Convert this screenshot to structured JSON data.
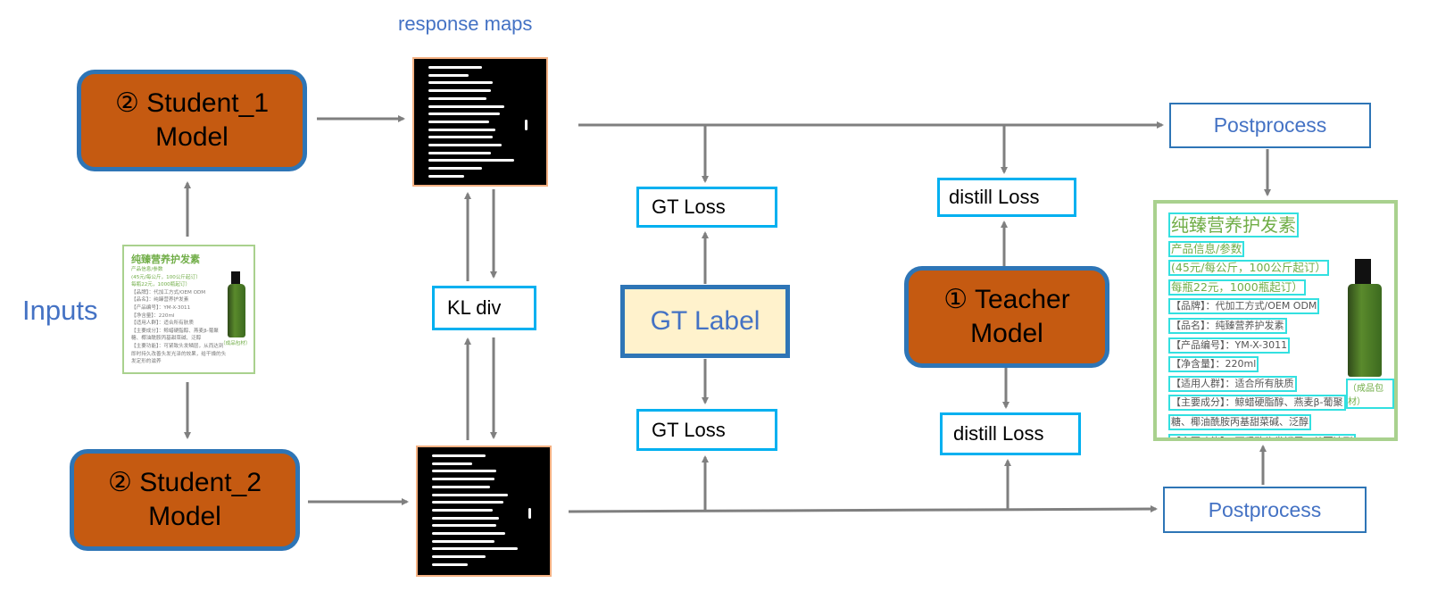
{
  "header": {
    "response_maps": "response maps"
  },
  "inputs_label": "Inputs",
  "student_1": {
    "line1": "② Student_1",
    "line2": "Model"
  },
  "student_2": {
    "line1": "② Student_2",
    "line2": "Model"
  },
  "teacher": {
    "line1": "① Teacher",
    "line2": "Model"
  },
  "kl_div": "KL div",
  "gt_label": "GT Label",
  "gt_loss_top": "GT Loss",
  "gt_loss_bottom": "GT Loss",
  "distill_loss_top": "distill Loss",
  "distill_loss_bottom": "distill Loss",
  "postprocess_top": "Postprocess",
  "postprocess_bottom": "Postprocess",
  "product": {
    "title": "纯臻营养护发素",
    "lines": [
      "产品信息/参数",
      "(45元/每公斤，100公斤起订）",
      "每瓶22元，1000瓶起订）",
      "【品牌】：代加工方式/OEM ODM",
      "【品名】：纯臻营养护发素",
      "【产品编号】：YM-X-3011",
      "【净含量】：220ml",
      "【适用人群】：适合所有肤质",
      "【主要成分】：鲸蜡硬脂醇、燕麦β-葡聚",
      "糖、椰油酰胺丙基甜菜碱、泛醇",
      "【主要功能】：可紧致头发鳞层，从而达到",
      "即时持久改善头发光泽的效果，给干燥的头",
      "发定形的滋养"
    ],
    "package_note": "（成品包材）"
  },
  "colors": {
    "model_fill": "#c55a11",
    "model_border": "#2e75b6",
    "loss_border": "#00b0f0",
    "arrow": "#7f7f7f",
    "label_blue": "#4472c4",
    "gt_label_fill": "#fff2cc",
    "image_border": "#a9d18e"
  }
}
